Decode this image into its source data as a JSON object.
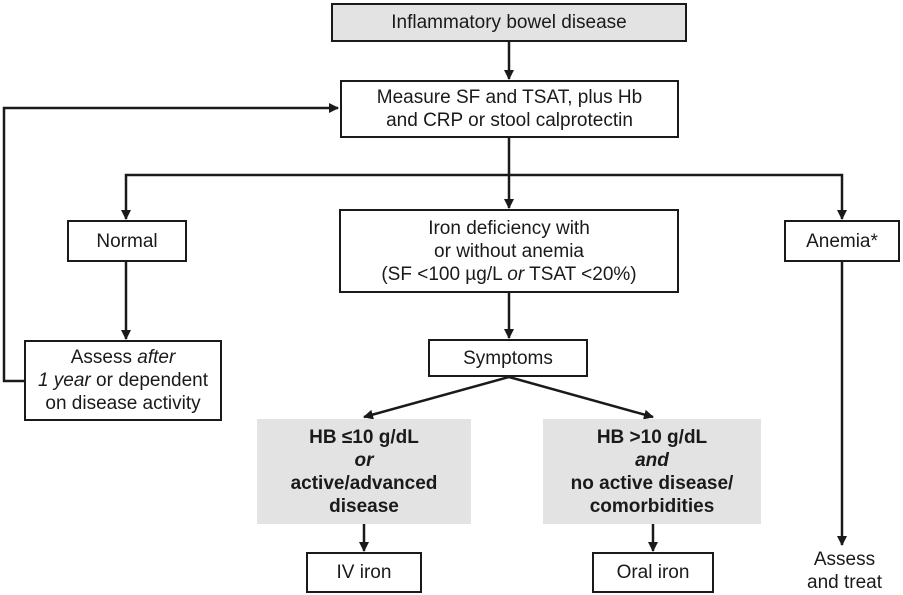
{
  "flowchart": {
    "start": "Inflammatory bowel disease",
    "measure": {
      "line1": "Measure SF and TSAT, plus Hb",
      "line2": "and CRP or stool calprotectin"
    },
    "normal": "Normal",
    "iron_deficiency": {
      "line1": "Iron deficiency with",
      "line2": "or without anemia",
      "line3_a": "(SF <100 µg/L ",
      "line3_or": "or",
      "line3_b": " TSAT <20%)"
    },
    "anemia": "Anemia*",
    "assess_after": {
      "line1_a": "Assess ",
      "line1_b": "after",
      "line2_a": "1 year",
      "line2_b": " or dependent",
      "line3": "on disease activity"
    },
    "symptoms": "Symptoms",
    "hb_low": {
      "line1": "HB ≤10 g/dL",
      "line2": "or",
      "line3": "active/advanced",
      "line4": "disease"
    },
    "hb_high": {
      "line1": "HB >10 g/dL",
      "line2": "and",
      "line3": "no active disease/",
      "line4": "comorbidities"
    },
    "iv_iron": "IV iron",
    "oral_iron": "Oral iron",
    "assess_treat": {
      "line1": "Assess",
      "line2": "and treat"
    }
  }
}
